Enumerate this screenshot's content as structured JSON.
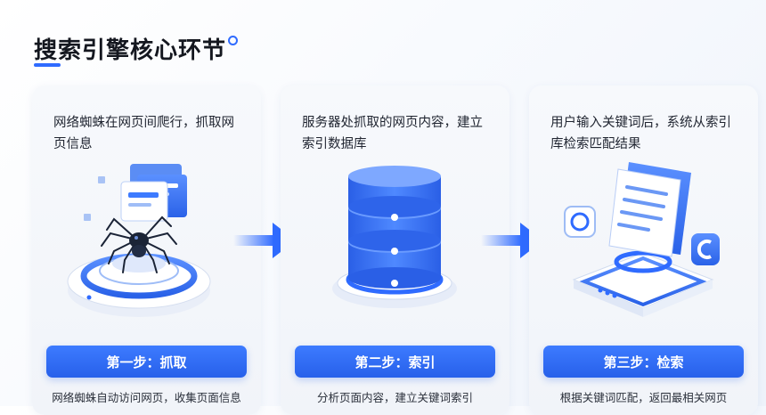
{
  "page": {
    "title": "搜索引擎核心环节"
  },
  "steps": [
    {
      "desc": "网络蜘蛛在网页间爬行，抓取网页信息",
      "label": "第一步：抓取",
      "note": "网络蜘蛛自动访问网页，收集页面信息",
      "icon": "spider-icon"
    },
    {
      "desc": "服务器处抓取的网页内容，建立索引数据库",
      "label": "第二步：索引",
      "note": "分析页面内容，建立关键词索引",
      "icon": "database-icon"
    },
    {
      "desc": "用户输入关键词后，系统从索引库检索匹配结果",
      "label": "第三步：检索",
      "note": "根据关键词匹配，返回最相关网页",
      "icon": "document-search-icon"
    }
  ],
  "colors": {
    "accent": "#2f6bff",
    "button": "#2760ea",
    "card": "#f4f6fa"
  }
}
